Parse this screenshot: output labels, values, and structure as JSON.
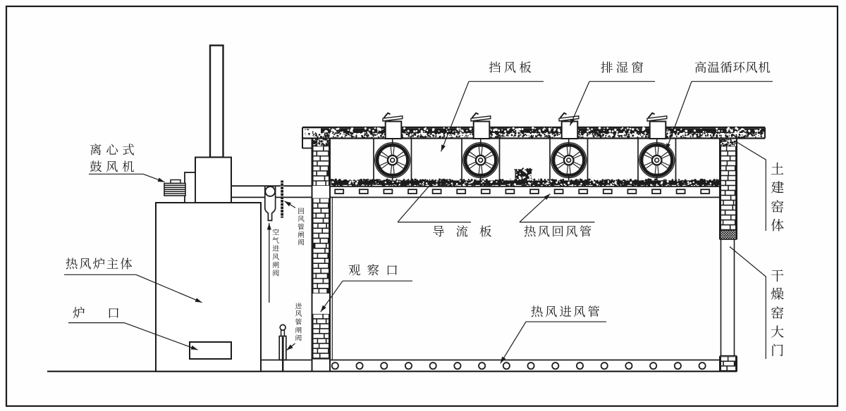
{
  "figure": {
    "ink_color": "#1c1c1c",
    "paper_color": "#fefefe"
  },
  "labels": {
    "wind_baffle": {
      "text": "挡风板"
    },
    "dehumid_window": {
      "text": "排湿窗"
    },
    "ht_circ_fan": {
      "text": "高温循环风机"
    },
    "centrifugal_blower": {
      "text": "离心式鼓风机"
    },
    "furnace_body": {
      "text": "热风炉主体"
    },
    "furnace_mouth": {
      "text": "炉口"
    },
    "observation_port": {
      "text": "观察口"
    },
    "guide_plate": {
      "text": "导流板"
    },
    "hot_air_return_duct": {
      "text": "热风回风管"
    },
    "hot_air_inlet_duct": {
      "text": "热风进风管"
    },
    "masonry_kiln_body": {
      "text": "土建窑体"
    },
    "drying_kiln_door": {
      "text": "干燥窑大门"
    },
    "return_duct_gate_valve": {
      "text": "回风管闸阀"
    },
    "air_inlet_gate_valve": {
      "text": "空气进风闸阀"
    },
    "inlet_duct_gate_valve": {
      "text": "进风管闸阀"
    }
  }
}
